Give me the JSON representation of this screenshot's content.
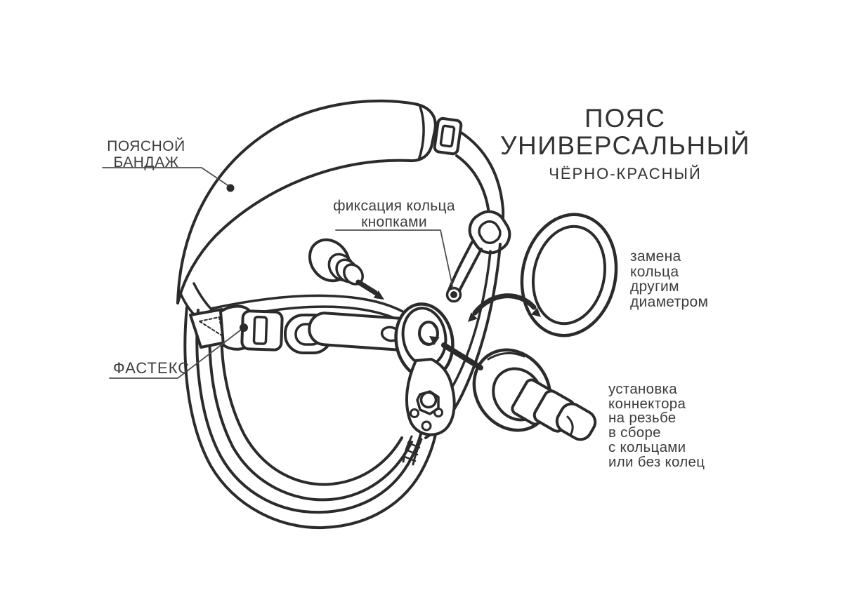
{
  "title": {
    "line1": "ПОЯС",
    "line2": "УНИВЕРСАЛЬНЫЙ",
    "subtitle": "ЧЁРНО-КРАСНЫЙ"
  },
  "labels": {
    "waist_bandage": {
      "lines": [
        "ПОЯСНОЙ",
        "БАНДАЖ"
      ]
    },
    "ring_fixation": {
      "lines": [
        "фиксация кольца",
        "кнопками"
      ]
    },
    "fastex": {
      "text": "ФАСТЕКС"
    },
    "ring_replacement": {
      "lines": [
        "замена",
        "кольца",
        "другим",
        "диаметром"
      ]
    },
    "connector_installation": {
      "lines": [
        "установка",
        "коннектора",
        "на резьбе",
        "в сборе",
        "с кольцами",
        "или без колец"
      ]
    }
  },
  "colors": {
    "ink": "#2b2b2b",
    "label_text": "#3d3d3d",
    "leader_line": "#4f4f4f",
    "background": "#ffffff"
  }
}
